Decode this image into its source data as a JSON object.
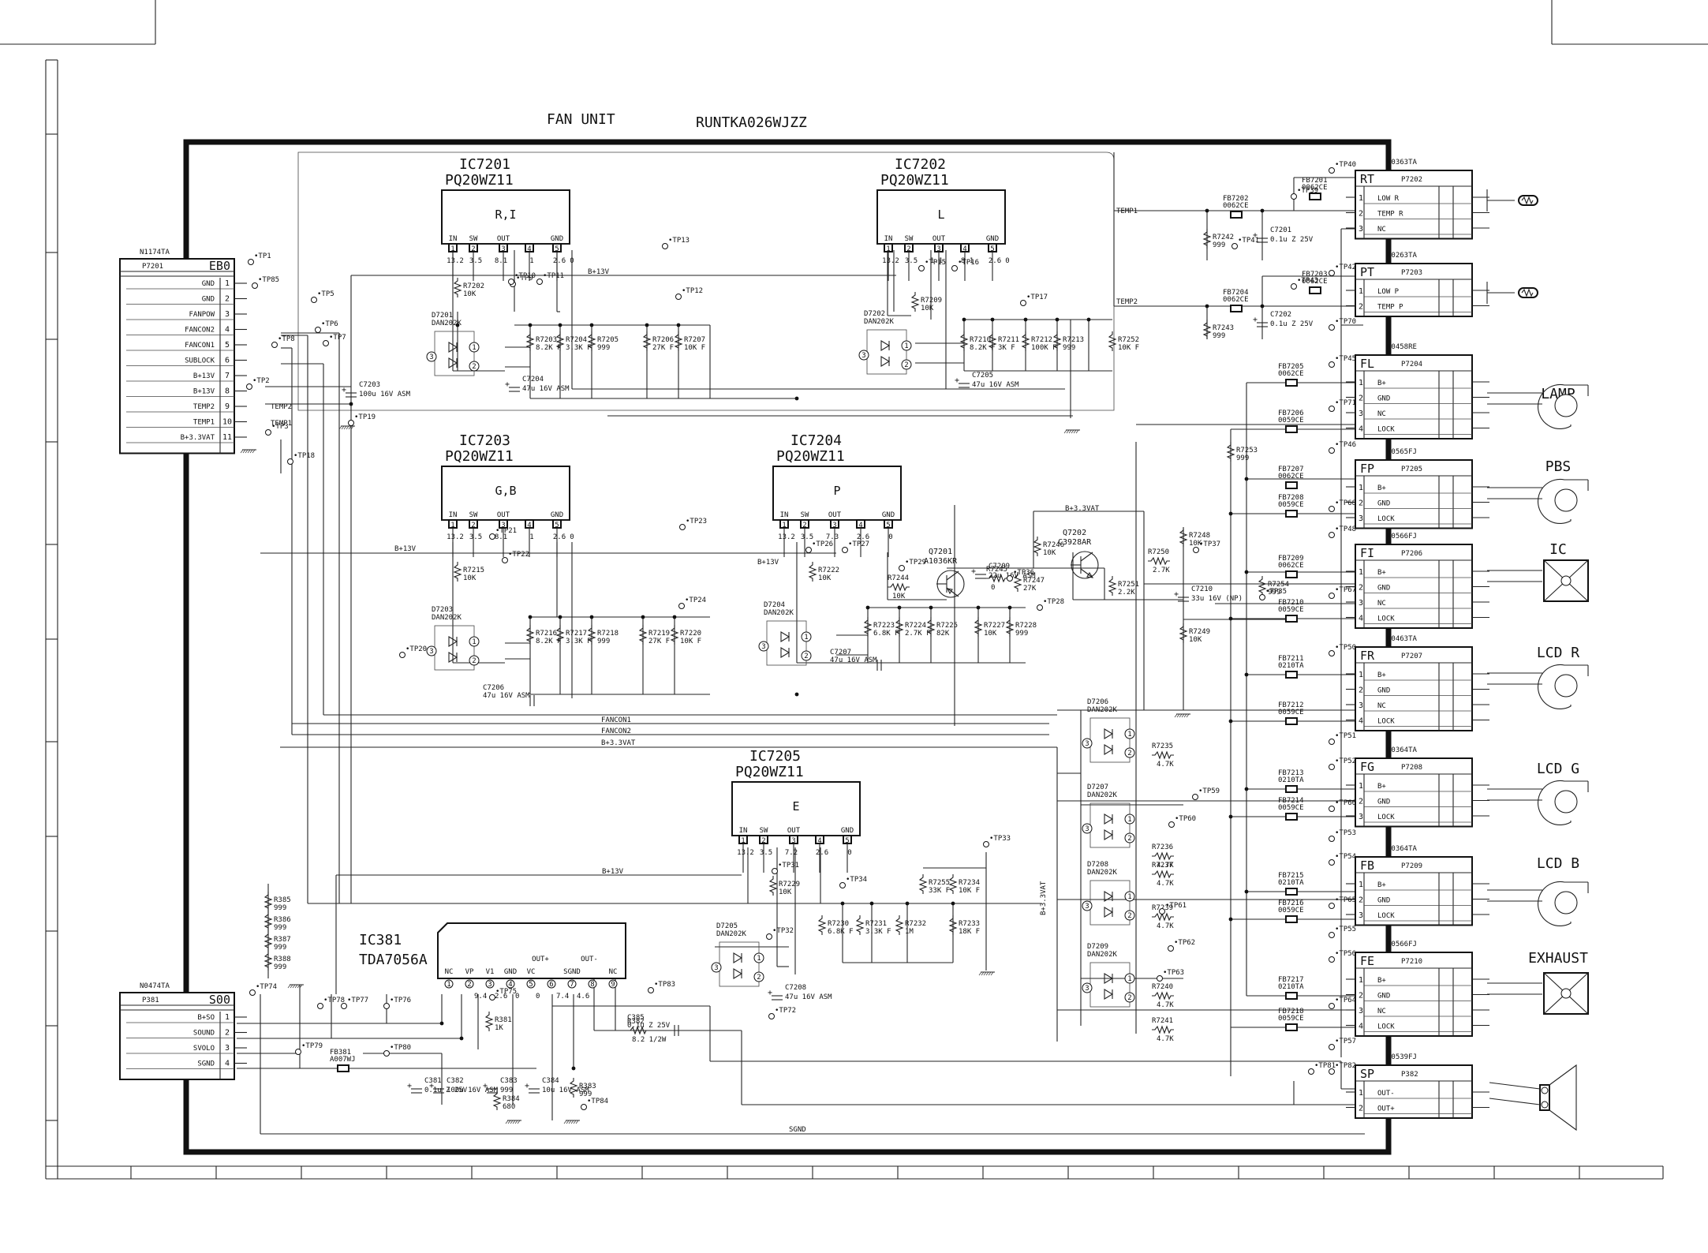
{
  "title": "FAN UNIT",
  "part_number": "RUNTKA026WJZZ",
  "input_connectors": [
    {
      "id": "EB0",
      "ref": "N1174TA",
      "part": "P7201",
      "pins": [
        {
          "n": "1",
          "label": "GND"
        },
        {
          "n": "2",
          "label": "GND"
        },
        {
          "n": "3",
          "label": "FANPOW"
        },
        {
          "n": "4",
          "label": "FANCON2"
        },
        {
          "n": "5",
          "label": "FANCON1"
        },
        {
          "n": "6",
          "label": "SUBLOCK"
        },
        {
          "n": "7",
          "label": "B+13V"
        },
        {
          "n": "8",
          "label": "B+13V"
        },
        {
          "n": "9",
          "label": "TEMP2"
        },
        {
          "n": "10",
          "label": "TEMP1"
        },
        {
          "n": "11",
          "label": "B+3.3VAT"
        }
      ]
    },
    {
      "id": "S00",
      "ref": "N0474TA",
      "part": "P381",
      "pins": [
        {
          "n": "1",
          "label": "B+SO"
        },
        {
          "n": "2",
          "label": "SOUND"
        },
        {
          "n": "3",
          "label": "SVOLO"
        },
        {
          "n": "4",
          "label": "SGND"
        }
      ]
    }
  ],
  "regulators": [
    {
      "ref": "IC7201",
      "part": "PQ20WZ11",
      "tag": "R,I",
      "volts": [
        "13.2",
        "3.5",
        "8.1",
        "1",
        "2.6",
        "0"
      ]
    },
    {
      "ref": "IC7202",
      "part": "PQ20WZ11",
      "tag": "L",
      "volts": [
        "13.2",
        "3.5",
        "1.1",
        "8.1",
        "2.6",
        "0"
      ]
    },
    {
      "ref": "IC7203",
      "part": "PQ20WZ11",
      "tag": "G,B",
      "volts": [
        "13.2",
        "3.5",
        "8.1",
        "1",
        "2.6",
        "0"
      ]
    },
    {
      "ref": "IC7204",
      "part": "PQ20WZ11",
      "tag": "P",
      "volts": [
        "13.2",
        "3.5",
        "7.3",
        "2.6",
        "0"
      ]
    },
    {
      "ref": "IC7205",
      "part": "PQ20WZ11",
      "tag": "E",
      "volts": [
        "13.2",
        "3.5",
        "7.2",
        "2.6",
        "0"
      ]
    }
  ],
  "ic_pin_labels": [
    "IN",
    "SW",
    "OUT",
    "GND"
  ],
  "ic_pin_numbers": [
    "1",
    "2",
    "3",
    "4",
    "5"
  ],
  "audio_ic": {
    "ref": "IC381",
    "part": "TDA7056A",
    "pins": [
      "NC",
      "VP",
      "V1",
      "GND",
      "VC",
      "SGND",
      "NC"
    ],
    "out_plus": "OUT+",
    "out_minus": "OUT-",
    "pin_numbers": [
      "1",
      "2",
      "3",
      "4",
      "5",
      "6",
      "7",
      "8",
      "9"
    ],
    "volts": [
      "9.4",
      "2.6",
      "0",
      "0",
      "7.4",
      "4.6"
    ]
  },
  "output_connectors": [
    {
      "id": "RT",
      "ref": "N0363TA",
      "part": "P7202",
      "pins": [
        {
          "n": "1",
          "label": "LOW R"
        },
        {
          "n": "2",
          "label": "TEMP R"
        },
        {
          "n": "3",
          "label": "NC"
        }
      ],
      "device": ""
    },
    {
      "id": "PT",
      "ref": "N0263TA",
      "part": "P7203",
      "pins": [
        {
          "n": "1",
          "label": "LOW P"
        },
        {
          "n": "2",
          "label": "TEMP P"
        }
      ],
      "device": ""
    },
    {
      "id": "FL",
      "ref": "N0458RE",
      "part": "P7204",
      "pins": [
        {
          "n": "1",
          "label": "B+"
        },
        {
          "n": "2",
          "label": "GND"
        },
        {
          "n": "3",
          "label": "NC"
        },
        {
          "n": "4",
          "label": "LOCK"
        }
      ],
      "device": "LAMP"
    },
    {
      "id": "FP",
      "ref": "N0565FJ",
      "part": "P7205",
      "pins": [
        {
          "n": "1",
          "label": "B+"
        },
        {
          "n": "2",
          "label": "GND"
        },
        {
          "n": "3",
          "label": "LOCK"
        }
      ],
      "device": "PBS"
    },
    {
      "id": "FI",
      "ref": "N0566FJ",
      "part": "P7206",
      "pins": [
        {
          "n": "1",
          "label": "B+"
        },
        {
          "n": "2",
          "label": "GND"
        },
        {
          "n": "3",
          "label": "NC"
        },
        {
          "n": "4",
          "label": "LOCK"
        }
      ],
      "device": "IC"
    },
    {
      "id": "FR",
      "ref": "N0463TA",
      "part": "P7207",
      "pins": [
        {
          "n": "1",
          "label": "B+"
        },
        {
          "n": "2",
          "label": "GND"
        },
        {
          "n": "3",
          "label": "NC"
        },
        {
          "n": "4",
          "label": "LOCK"
        }
      ],
      "device": "LCD R"
    },
    {
      "id": "FG",
      "ref": "N0364TA",
      "part": "P7208",
      "pins": [
        {
          "n": "1",
          "label": "B+"
        },
        {
          "n": "2",
          "label": "GND"
        },
        {
          "n": "3",
          "label": "LOCK"
        }
      ],
      "device": "LCD G"
    },
    {
      "id": "FB",
      "ref": "N0364TA",
      "part": "P7209",
      "pins": [
        {
          "n": "1",
          "label": "B+"
        },
        {
          "n": "2",
          "label": "GND"
        },
        {
          "n": "3",
          "label": "LOCK"
        }
      ],
      "device": "LCD B"
    },
    {
      "id": "FE",
      "ref": "N0566FJ",
      "part": "P7210",
      "pins": [
        {
          "n": "1",
          "label": "B+"
        },
        {
          "n": "2",
          "label": "GND"
        },
        {
          "n": "3",
          "label": "NC"
        },
        {
          "n": "4",
          "label": "LOCK"
        }
      ],
      "device": "EXHAUST"
    },
    {
      "id": "SP",
      "ref": "N0539FJ",
      "part": "P382",
      "pins": [
        {
          "n": "1",
          "label": "OUT-"
        },
        {
          "n": "2",
          "label": "OUT+"
        }
      ],
      "device": ""
    }
  ],
  "ferrites": [
    {
      "ref": "FB7201",
      "part": "0062CE"
    },
    {
      "ref": "FB7202",
      "part": "0062CE"
    },
    {
      "ref": "FB7203",
      "part": "0062CE"
    },
    {
      "ref": "FB7204",
      "part": "0062CE"
    },
    {
      "ref": "FB7205",
      "part": "0062CE"
    },
    {
      "ref": "FB7206",
      "part": "0059CE"
    },
    {
      "ref": "FB7207",
      "part": "0062CE"
    },
    {
      "ref": "FB7208",
      "part": "0059CE"
    },
    {
      "ref": "FB7209",
      "part": "0062CE"
    },
    {
      "ref": "FB7210",
      "part": "0059CE"
    },
    {
      "ref": "FB7211",
      "part": "0210TA"
    },
    {
      "ref": "FB7212",
      "part": "0059CE"
    },
    {
      "ref": "FB7213",
      "part": "0210TA"
    },
    {
      "ref": "FB7214",
      "part": "0059CE"
    },
    {
      "ref": "FB7215",
      "part": "0210TA"
    },
    {
      "ref": "FB7216",
      "part": "0059CE"
    },
    {
      "ref": "FB7217",
      "part": "0210TA"
    },
    {
      "ref": "FB7218",
      "part": "0059CE"
    },
    {
      "ref": "FB381",
      "part": "A007WJ"
    }
  ],
  "resistors": [
    {
      "ref": "R7202",
      "val": "10K"
    },
    {
      "ref": "R7203",
      "val": "8.2K F"
    },
    {
      "ref": "R7204",
      "val": "3.3K F"
    },
    {
      "ref": "R7205",
      "val": "999"
    },
    {
      "ref": "R7206",
      "val": "27K F"
    },
    {
      "ref": "R7207",
      "val": "10K F"
    },
    {
      "ref": "R7209",
      "val": "10K"
    },
    {
      "ref": "R7210",
      "val": "8.2K F"
    },
    {
      "ref": "R7211",
      "val": "3K F"
    },
    {
      "ref": "R7212",
      "val": "100K F"
    },
    {
      "ref": "R7213",
      "val": "999"
    },
    {
      "ref": "R7252",
      "val": "10K F"
    },
    {
      "ref": "R7215",
      "val": "10K"
    },
    {
      "ref": "R7216",
      "val": "8.2K F"
    },
    {
      "ref": "R7217",
      "val": "3.3K F"
    },
    {
      "ref": "R7218",
      "val": "999"
    },
    {
      "ref": "R7219",
      "val": "27K F"
    },
    {
      "ref": "R7220",
      "val": "10K F"
    },
    {
      "ref": "R7222",
      "val": "10K"
    },
    {
      "ref": "R7223",
      "val": "6.8K F"
    },
    {
      "ref": "R7224",
      "val": "2.7K F"
    },
    {
      "ref": "R7225",
      "val": "82K"
    },
    {
      "ref": "R7227",
      "val": "10K"
    },
    {
      "ref": "R7228",
      "val": "999"
    },
    {
      "ref": "R7244",
      "val": "10K"
    },
    {
      "ref": "R7245",
      "val": "0"
    },
    {
      "ref": "R7246",
      "val": "10K"
    },
    {
      "ref": "R7247",
      "val": "27K"
    },
    {
      "ref": "R7248",
      "val": "10K"
    },
    {
      "ref": "R7249",
      "val": "10K"
    },
    {
      "ref": "R7250",
      "val": "2.7K"
    },
    {
      "ref": "R7251",
      "val": "2.2K"
    },
    {
      "ref": "R7253",
      "val": "999"
    },
    {
      "ref": "R7254",
      "val": "999"
    },
    {
      "ref": "R7229",
      "val": "10K"
    },
    {
      "ref": "R7230",
      "val": "6.8K F"
    },
    {
      "ref": "R7231",
      "val": "3.3K F"
    },
    {
      "ref": "R7232",
      "val": "1M"
    },
    {
      "ref": "R7233",
      "val": "18K F"
    },
    {
      "ref": "R7234",
      "val": "10K F"
    },
    {
      "ref": "R7255",
      "val": "33K F"
    },
    {
      "ref": "R7235",
      "val": "4.7K"
    },
    {
      "ref": "R7236",
      "val": "4.7K"
    },
    {
      "ref": "R7237",
      "val": "4.7K"
    },
    {
      "ref": "R7239",
      "val": "4.7K"
    },
    {
      "ref": "R7240",
      "val": "4.7K"
    },
    {
      "ref": "R7241",
      "val": "4.7K"
    },
    {
      "ref": "R7242",
      "val": "999"
    },
    {
      "ref": "R7243",
      "val": "999"
    },
    {
      "ref": "R385",
      "val": "999"
    },
    {
      "ref": "R386",
      "val": "999"
    },
    {
      "ref": "R387",
      "val": "999"
    },
    {
      "ref": "R388",
      "val": "999"
    },
    {
      "ref": "R381",
      "val": "1K"
    },
    {
      "ref": "R382",
      "val": "8.2 1/2W"
    },
    {
      "ref": "R383",
      "val": "999"
    },
    {
      "ref": "R384",
      "val": "680"
    }
  ],
  "capacitors": [
    {
      "ref": "C7201",
      "val": "0.1u Z 25V"
    },
    {
      "ref": "C7202",
      "val": "0.1u Z 25V"
    },
    {
      "ref": "C7203",
      "val": "100u 16V ASM"
    },
    {
      "ref": "C7204",
      "val": "47u 16V ASM"
    },
    {
      "ref": "C7205",
      "val": "47u 16V ASM"
    },
    {
      "ref": "C7206",
      "val": "47u 16V ASM"
    },
    {
      "ref": "C7207",
      "val": "47u 16V ASM"
    },
    {
      "ref": "C7208",
      "val": "47u 16V ASM"
    },
    {
      "ref": "C7209",
      "val": "22u 16V ASM"
    },
    {
      "ref": "C7210",
      "val": "33u 16V (NP)"
    },
    {
      "ref": "C381",
      "val": "0.1u Z 25V"
    },
    {
      "ref": "C382",
      "val": "100u 16V ASM"
    },
    {
      "ref": "C383",
      "val": "999"
    },
    {
      "ref": "C384",
      "val": "10u 16V ASM"
    },
    {
      "ref": "C385",
      "val": "0.1u Z 25V"
    }
  ],
  "diodes": [
    {
      "ref": "D7201",
      "part": "DAN202K"
    },
    {
      "ref": "D7202",
      "part": "DAN202K"
    },
    {
      "ref": "D7203",
      "part": "DAN202K"
    },
    {
      "ref": "D7204",
      "part": "DAN202K"
    },
    {
      "ref": "D7205",
      "part": "DAN202K"
    },
    {
      "ref": "D7206",
      "part": "DAN202K"
    },
    {
      "ref": "D7207",
      "part": "DAN202K"
    },
    {
      "ref": "D7208",
      "part": "DAN202K"
    },
    {
      "ref": "D7209",
      "part": "DAN202K"
    }
  ],
  "transistors": [
    {
      "ref": "Q7201",
      "part": "A1036KR"
    },
    {
      "ref": "Q7202",
      "part": "C3928AR"
    }
  ],
  "net_labels": {
    "b13v": "B+13V",
    "b33vat": "B+3.3VAT",
    "temp1": "TEMP1",
    "temp2": "TEMP2",
    "fancon1": "FANCON1",
    "fancon2": "FANCON2",
    "sgnd": "SGND"
  },
  "test_points": [
    "TP1",
    "TP2",
    "TP3",
    "TP5",
    "TP6",
    "TP7",
    "TP8",
    "TP9",
    "TP10",
    "TP11",
    "TP12",
    "TP13",
    "TP15",
    "TP16",
    "TP17",
    "TP18",
    "TP19",
    "TP20",
    "TP21",
    "TP22",
    "TP23",
    "TP24",
    "TP26",
    "TP27",
    "TP28",
    "TP29",
    "TP31",
    "TP32",
    "TP33",
    "TP34",
    "TP35",
    "TP36",
    "TP37",
    "TP39",
    "TP40",
    "TP41",
    "TP42",
    "TP43",
    "TP45",
    "TP46",
    "TP48",
    "TP50",
    "TP51",
    "TP52",
    "TP53",
    "TP54",
    "TP55",
    "TP56",
    "TP57",
    "TP59",
    "TP60",
    "TP61",
    "TP62",
    "TP63",
    "TP64",
    "TP65",
    "TP66",
    "TP67",
    "TP68",
    "TP70",
    "TP71",
    "TP72",
    "TP74",
    "TP75",
    "TP76",
    "TP77",
    "TP78",
    "TP79",
    "TP80",
    "TP81",
    "TP82",
    "TP83",
    "TP84",
    "TP85"
  ]
}
